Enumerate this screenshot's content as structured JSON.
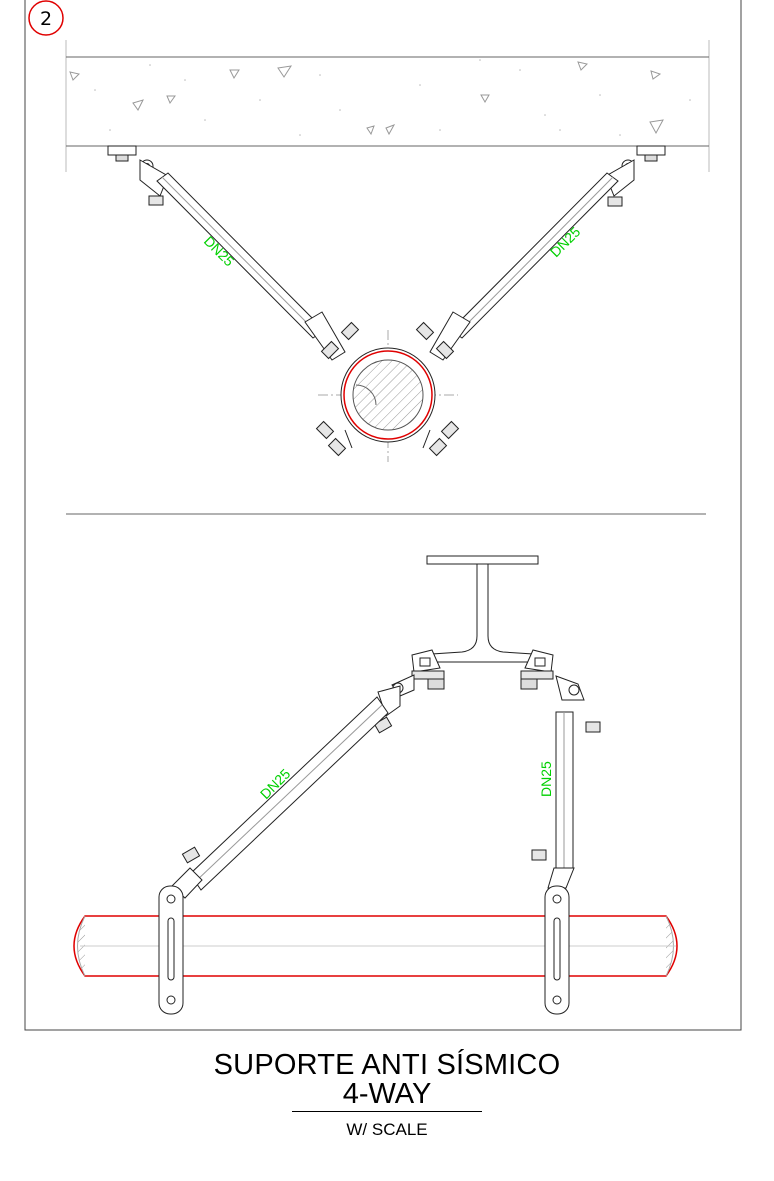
{
  "detail_number": "2",
  "views": {
    "top": {
      "left_brace_label": "DN25",
      "right_brace_label": "DN25"
    },
    "bottom": {
      "diagonal_brace_label": "DN25",
      "vertical_brace_label": "DN25"
    }
  },
  "title": {
    "line1": "SUPORTE ANTI SÍSMICO",
    "line2": "4-WAY",
    "scale": "W/ SCALE"
  },
  "colors": {
    "outline": "#1a1a1a",
    "pipe": "#e00000",
    "dimension_text": "#00d000",
    "hatch": "#9a9a9a"
  }
}
